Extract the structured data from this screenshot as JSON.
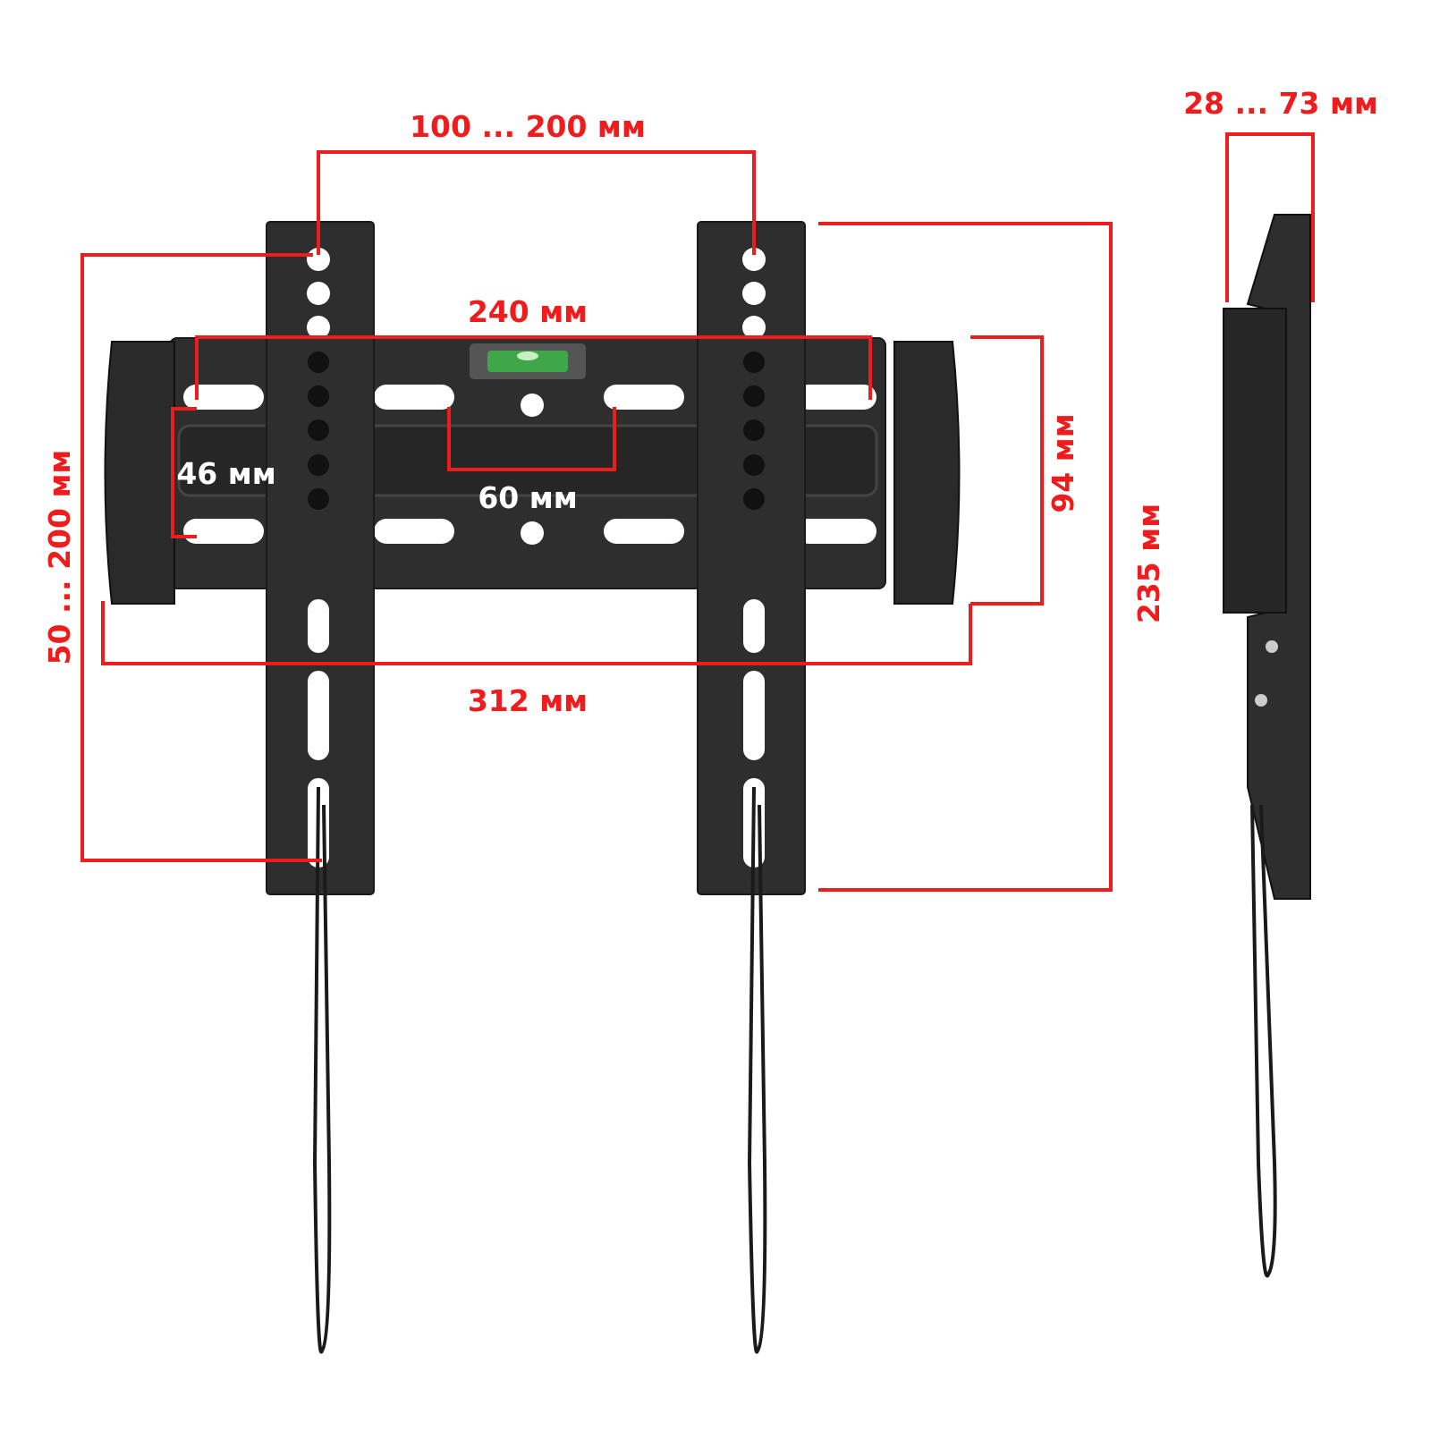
{
  "dimensions": {
    "vesa_horizontal": "100 ... 200 мм",
    "depth": "28 ... 73 мм",
    "plate_width_inner": "240 мм",
    "slot_spacing": "60 мм",
    "slot_height": "46 мм",
    "plate_height": "94 мм",
    "total_height": "235 мм",
    "total_width": "312 мм",
    "vesa_vertical": "50 ... 200 мм"
  },
  "colors": {
    "dimension_line": "#ee1c1c",
    "metal": "#2e2e2e"
  }
}
